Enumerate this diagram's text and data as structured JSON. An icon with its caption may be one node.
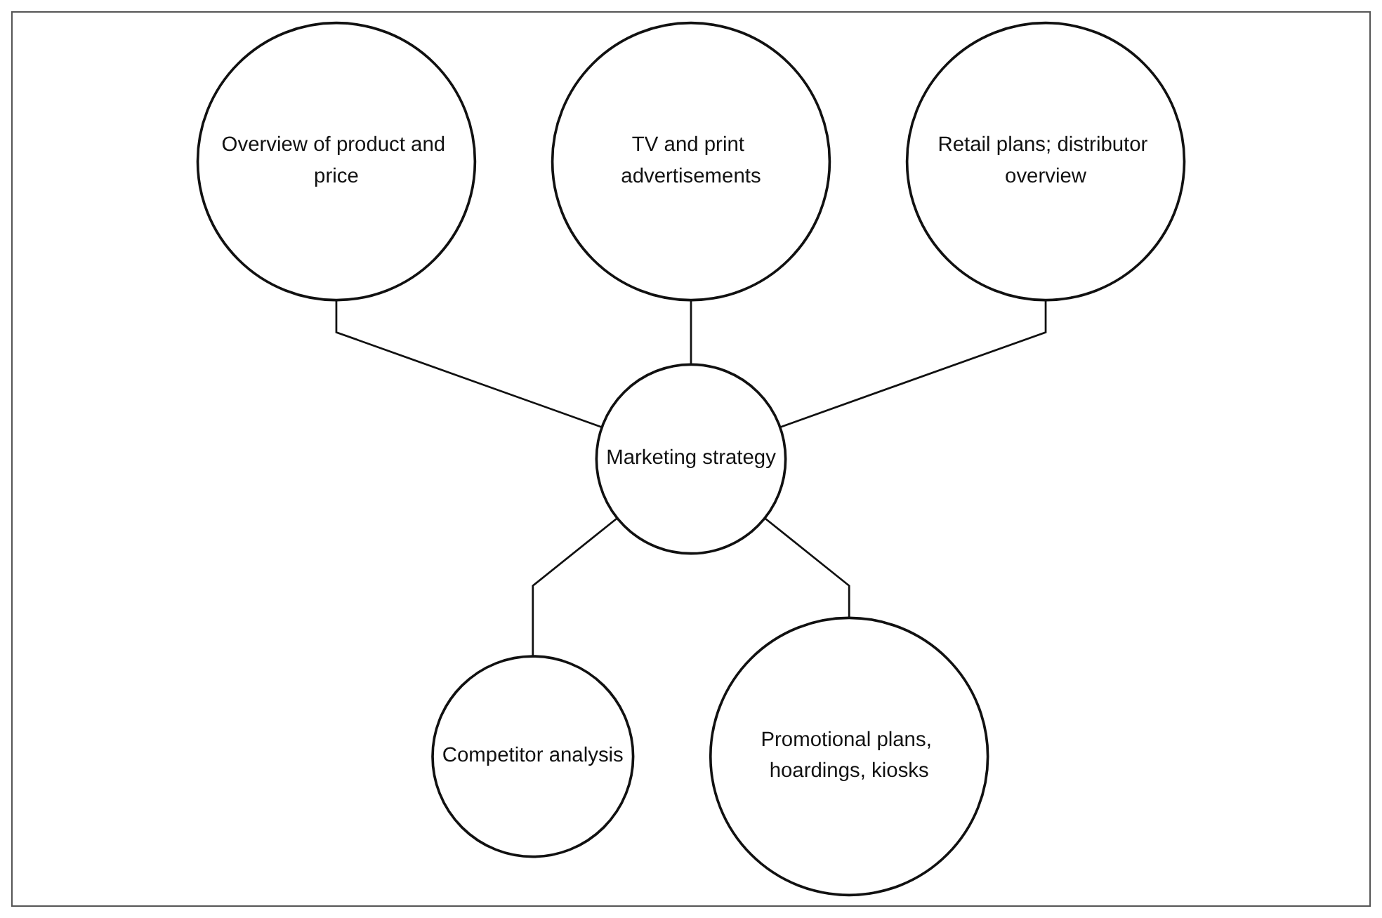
{
  "diagram": {
    "nodes": [
      {
        "text": [
          "Overview of product and price"
        ]
      },
      {
        "text": [
          "TV and print advertisements"
        ]
      },
      {
        "text": [
          "Retail plans; distributor overview"
        ]
      },
      {
        "text": [
          "Marketing strategy"
        ]
      },
      {
        "text": [
          "Competitor analysis"
        ]
      },
      {
        "text": [
          "Promotional plans, hoardings, kiosks"
        ]
      }
    ],
    "edges": [
      {
        "from": 0,
        "to": 3,
        "arrow": "none"
      },
      {
        "from": 1,
        "to": 3,
        "arrow": "none"
      },
      {
        "from": 2,
        "to": 3,
        "arrow": "none"
      },
      {
        "from": 3,
        "to": 4,
        "arrow": "none"
      },
      {
        "from": 3,
        "to": 5,
        "arrow": "none"
      }
    ]
  }
}
